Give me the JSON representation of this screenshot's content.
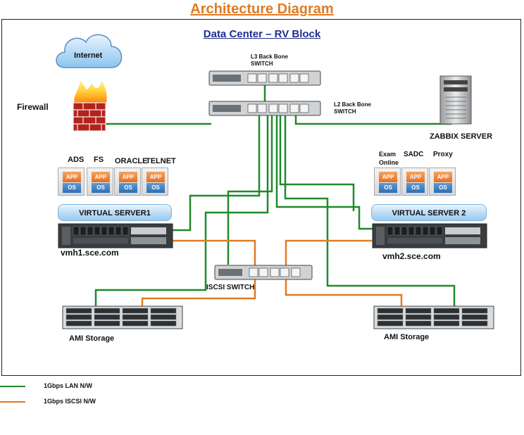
{
  "title": "Architecture Diagram",
  "subtitle": "Data Center – RV Block",
  "nodes": {
    "internet": "Internet",
    "firewall": "Firewall",
    "l3_switch": [
      "L3 Back Bone",
      "SWITCH"
    ],
    "l2_switch": [
      "L2 Back Bone",
      "SWITCH"
    ],
    "zabbix": "ZABBIX SERVER",
    "iscsi_switch": "ISCSI SWITCH",
    "storage_left": "AMI Storage",
    "storage_right": "AMI Storage"
  },
  "server1": {
    "apps": [
      "ADS",
      "FS",
      "ORACLE",
      "TELNET"
    ],
    "virtual_label": "VIRTUAL SERVER1",
    "host": "vmh1.sce.com"
  },
  "server2": {
    "apps": [
      "Exam Online",
      "SADC",
      "Proxy"
    ],
    "virtual_label": "VIRTUAL SERVER 2",
    "host": "vmh2.sce.com"
  },
  "tile": {
    "app": "APP",
    "os": "OS"
  },
  "legend": [
    {
      "label": "1Gbps LAN N/W",
      "color": "#1f8a2a"
    },
    {
      "label": "1Gbps ISCSI N/W",
      "color": "#e07b22"
    }
  ],
  "colors": {
    "lan": "#1f8a2a",
    "iscsi": "#e07b22",
    "title": "#e07b22",
    "subtitle": "#1f2f8f"
  }
}
